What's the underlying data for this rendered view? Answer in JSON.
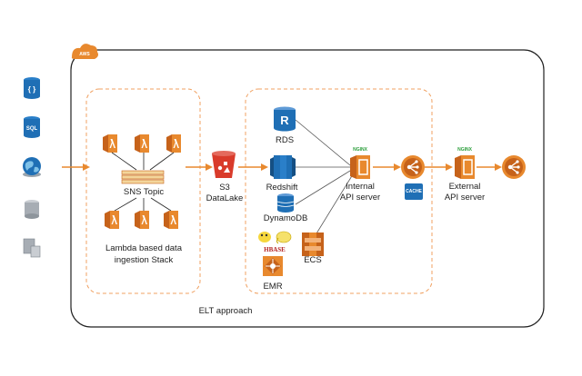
{
  "cloud_badge": "AWS",
  "sources": [
    {
      "icon": "json-database-icon",
      "label": "{ }"
    },
    {
      "icon": "sql-database-icon",
      "label": "SQL"
    },
    {
      "icon": "globe-icon"
    },
    {
      "icon": "generic-database-icon"
    },
    {
      "icon": "server-database-icon"
    }
  ],
  "sns_label": "SNS Topic",
  "ingestion_label_line1": "Lambda based data",
  "ingestion_label_line2": "ingestion Stack",
  "s3_label_line1": "S3",
  "s3_label_line2": "DataLake",
  "rds_label": "RDS",
  "rds_icon_letter": "R",
  "redshift_label": "Redshift",
  "dynamodb_label": "DynamoDB",
  "hbase_label": "HBASE",
  "ecs_label": "ECS",
  "emr_label": "EMR",
  "nginx_label": "NGINX",
  "internal_api_line1": "Internal",
  "internal_api_line2": "API server",
  "cache_label": "CACHE",
  "external_api_line1": "External",
  "external_api_line2": "API server",
  "footer_label": "ELT approach",
  "colors": {
    "aws_orange": "#e8892e",
    "aws_dark_orange": "#c6621a",
    "dashed_border": "#f0a060",
    "arrow": "#e8892e",
    "blue": "#1f6fb5",
    "red_s3": "#d93b2b",
    "line": "#555555"
  }
}
